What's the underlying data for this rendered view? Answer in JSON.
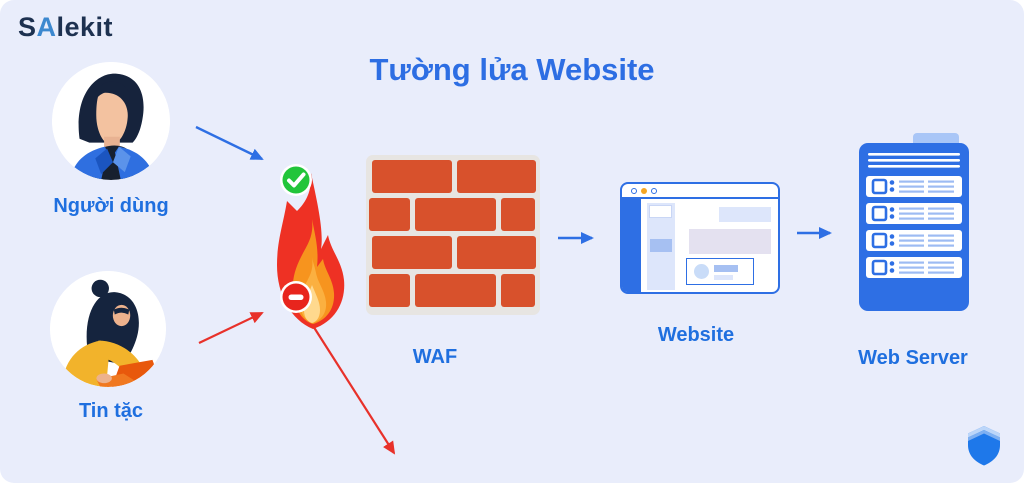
{
  "brand": {
    "logo_s": "S",
    "logo_a": "A",
    "logo_rest": "lekit"
  },
  "title": "Tường lửa Website",
  "nodes": {
    "user": {
      "label": "Người dùng",
      "icon": "user-avatar"
    },
    "hacker": {
      "label": "Tin tặc",
      "icon": "hacker-avatar"
    },
    "waf": {
      "label": "WAF",
      "icon": "firewall-flame-brick-wall"
    },
    "website": {
      "label": "Website",
      "icon": "browser-window"
    },
    "webserver": {
      "label": "Web Server",
      "icon": "server-rack"
    }
  },
  "badges": {
    "allowed": {
      "icon": "check-badge",
      "color": "#22c53a"
    },
    "blocked": {
      "icon": "minus-badge",
      "color": "#e8251d"
    }
  },
  "flows": [
    {
      "from": "user",
      "to": "waf",
      "status": "allowed",
      "color": "#2e6fe4"
    },
    {
      "from": "hacker",
      "to": "waf",
      "status": "blocked",
      "color": "#e8312a"
    },
    {
      "from": "waf",
      "to": "deflected",
      "status": "blocked",
      "color": "#e8312a"
    },
    {
      "from": "waf",
      "to": "website",
      "status": "allowed",
      "color": "#2e6fe4"
    },
    {
      "from": "website",
      "to": "webserver",
      "status": "allowed",
      "color": "#2e6fe4"
    }
  ],
  "decor": {
    "shield_icon": "shield"
  },
  "colors": {
    "background": "#e9edfb",
    "accent_blue": "#2e6fe4",
    "title_blue": "#2d6ee3",
    "label_blue": "#1f6fdf",
    "logo_navy": "#1d3150",
    "logo_blue": "#3c88cf",
    "wall_bg": "#e7e5e2",
    "brick": "#d8512c",
    "flame_red": "#ee3124",
    "flame_orange": "#f7941e",
    "flame_yellow": "#fbb040",
    "flame_core": "#ffd98e",
    "allow_green": "#22c53a",
    "block_red": "#e8251d",
    "arrow_red": "#e8312a"
  }
}
